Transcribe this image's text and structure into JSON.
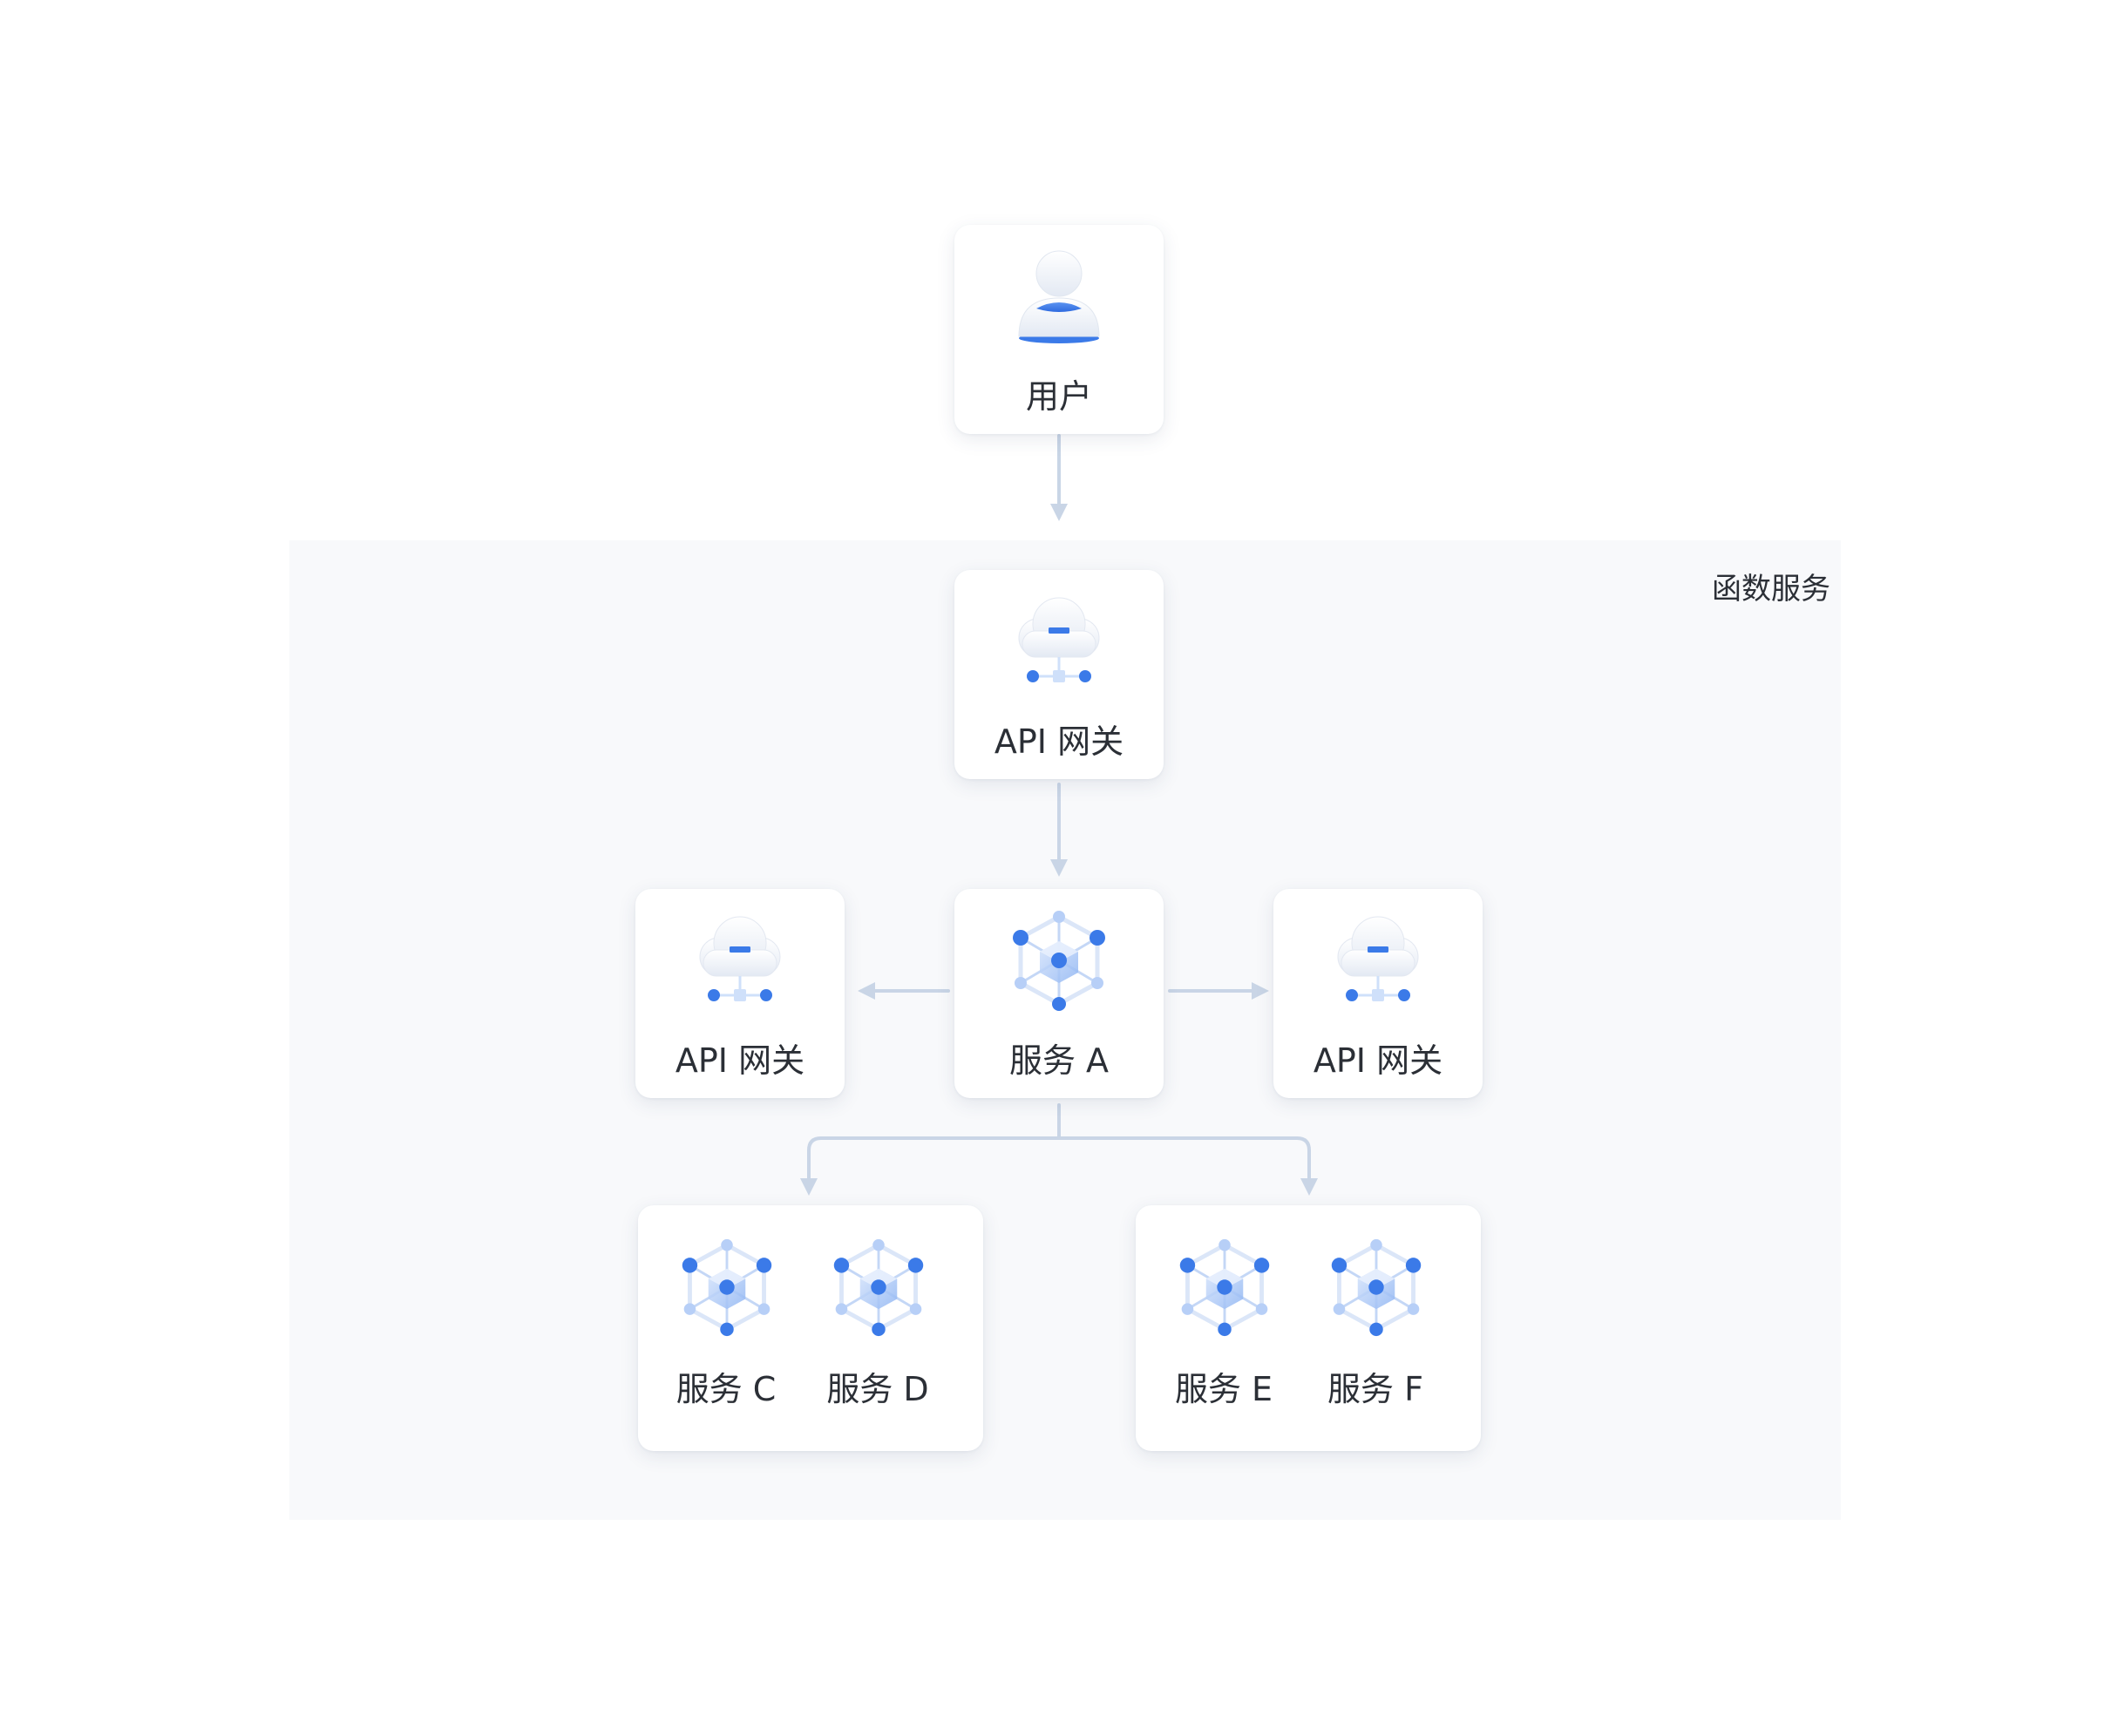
{
  "region": {
    "label": "函数服务"
  },
  "nodes": {
    "user": {
      "label": "用户",
      "icon": "user-icon"
    },
    "gateway_top": {
      "label": "API 网关",
      "icon": "cloud-gateway-icon"
    },
    "service_a": {
      "label": "服务 A",
      "icon": "service-cube-icon"
    },
    "gateway_left": {
      "label": "API 网关",
      "icon": "cloud-gateway-icon"
    },
    "gateway_right": {
      "label": "API 网关",
      "icon": "cloud-gateway-icon"
    },
    "service_c": {
      "label": "服务 C",
      "icon": "service-cube-icon"
    },
    "service_d": {
      "label": "服务 D",
      "icon": "service-cube-icon"
    },
    "service_e": {
      "label": "服务 E",
      "icon": "service-cube-icon"
    },
    "service_f": {
      "label": "服务 F",
      "icon": "service-cube-icon"
    }
  },
  "edges": [
    {
      "from": "user",
      "to": "gateway_top"
    },
    {
      "from": "gateway_top",
      "to": "service_a"
    },
    {
      "from": "service_a",
      "to": "gateway_left"
    },
    {
      "from": "service_a",
      "to": "gateway_right"
    },
    {
      "from": "service_a",
      "to": "service_c"
    },
    {
      "from": "service_a",
      "to": "service_e"
    }
  ],
  "colors": {
    "accent": "#3b7ae8",
    "accent_light": "#b7cff7",
    "connector": "#c9d5e6",
    "region_bg": "#f8f9fb"
  }
}
